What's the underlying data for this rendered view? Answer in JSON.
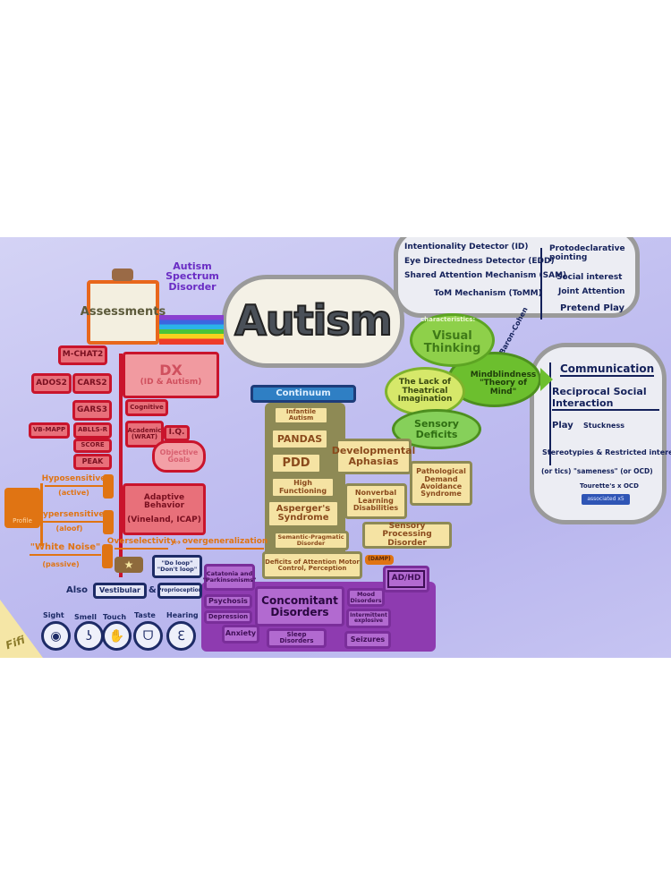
{
  "title": "Autism",
  "asd_label": "Autism Spectrum Disorder",
  "assessments": {
    "title": "Assessments",
    "tools": [
      "M-CHAT2",
      "ADOS2",
      "CARS2",
      "GARS3",
      "VB-MAPP",
      "ABLLS-R",
      "SCORE",
      "PEAK"
    ],
    "dx_title": "DX",
    "dx_sub": "(ID & Autism)",
    "cognitive": "Cognitive",
    "academic": "Academic (WRAT)",
    "iq": "I.Q.",
    "objective_goals": "Objective Goals",
    "adaptive": "Adaptive Behavior",
    "adaptive_sub": "(Vineland, ICAP)"
  },
  "continuum": {
    "label": "Continuum",
    "items": [
      "Infantile Autism",
      "PANDAS",
      "PDD",
      "High Functioning",
      "Asperger's Syndrome",
      "Semantic-Pragmatic Disorder",
      "Deficits of Attention Motor Control, Perception"
    ],
    "damp": "(DAMP)",
    "side": [
      "Developmental Aphasias",
      "Nonverbal Learning Disabilities",
      "Pathological Demand Avoidance Syndrome",
      "Sensory Processing Disorder"
    ]
  },
  "profile": {
    "label": "Profile",
    "items": [
      {
        "name": "Hyposensitive",
        "sub": "(active)"
      },
      {
        "name": "Hypersensitive",
        "sub": "(aloof)"
      },
      {
        "name": "\"White Noise\"",
        "sub": "(passive)"
      }
    ],
    "overselectivity": "Overselectivity",
    "overgeneralization": "overgeneralization",
    "do_loop": "\"Do loop\"",
    "dont_loop": "\"Don't loop\"",
    "also": "Also",
    "vestibular": "Vestibular",
    "amp": "&",
    "proprioception": "Proprioception"
  },
  "senses": [
    "Sight",
    "Smell",
    "Touch",
    "Taste",
    "Hearing"
  ],
  "concomitant": {
    "title": "Concomitant Disorders",
    "items": [
      "Catatonia and \"Parkinsonisms\"",
      "Psychosis",
      "Depression",
      "Anxiety",
      "Sleep Disorders",
      "Mood Disorders",
      "Intermittent explosive",
      "Seizures",
      "AD/HD"
    ]
  },
  "characteristics": {
    "label": "characteristics:",
    "items": [
      "Visual Thinking",
      "Mindblindness \"Theory of Mind\"",
      "The Lack of Theatrical Imagination",
      "Sensory Deficits"
    ]
  },
  "baron_cohen": {
    "label": "Baron-Cohen",
    "left": [
      "Intentionality Detector (ID)",
      "Eye Directedness Detector (EDD)",
      "Shared Attention Mechanism (SAM)",
      "ToM Mechanism (ToMM)"
    ],
    "right": [
      "Protodeclarative pointing",
      "Social interest",
      "Joint Attention",
      "Pretend Play"
    ]
  },
  "triad": {
    "items": [
      "Communication",
      "Reciprocal Social Interaction",
      "Play",
      "Stereotypies & Restricted interests"
    ],
    "stuckness": "Stuckness",
    "sameness": "(or tics) \"sameness\" (or OCD)",
    "tourettes": "Tourette's x OCD",
    "associated": "associated x5"
  },
  "signature": "Fifi",
  "colors": {
    "background": "#c3c1f1",
    "assessment": "#c9142c",
    "continuum": "#8e8a55",
    "concomitant": "#7a2e9a",
    "profile": "#e07413",
    "characteristics": "#6cbf2e",
    "navy": "#14215a"
  }
}
